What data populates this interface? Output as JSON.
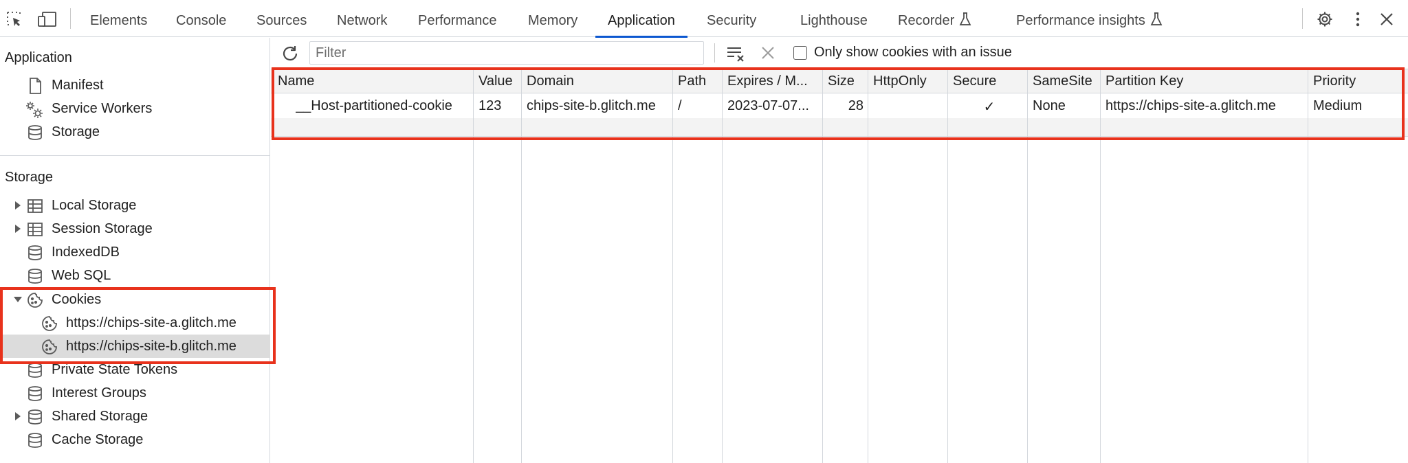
{
  "tabs": [
    {
      "label": "Elements",
      "active": false
    },
    {
      "label": "Console",
      "active": false
    },
    {
      "label": "Sources",
      "active": false
    },
    {
      "label": "Network",
      "active": false
    },
    {
      "label": "Performance",
      "active": false
    },
    {
      "label": "Memory",
      "active": false
    },
    {
      "label": "Application",
      "active": true
    },
    {
      "label": "Security",
      "active": false
    },
    {
      "label": "Lighthouse",
      "active": false
    },
    {
      "label": "Recorder",
      "active": false,
      "experimental": true
    },
    {
      "label": "Performance insights",
      "active": false,
      "experimental": true
    }
  ],
  "sidebar": {
    "application_title": "Application",
    "application_items": [
      {
        "label": "Manifest",
        "icon": "document-icon"
      },
      {
        "label": "Service Workers",
        "icon": "gears-icon"
      },
      {
        "label": "Storage",
        "icon": "database-icon"
      }
    ],
    "storage_title": "Storage",
    "storage_items": [
      {
        "label": "Local Storage",
        "icon": "table-icon",
        "expandable": true
      },
      {
        "label": "Session Storage",
        "icon": "table-icon",
        "expandable": true
      },
      {
        "label": "IndexedDB",
        "icon": "database-icon"
      },
      {
        "label": "Web SQL",
        "icon": "database-icon"
      },
      {
        "label": "Cookies",
        "icon": "cookie-icon",
        "expanded": true
      },
      {
        "label": "https://chips-site-a.glitch.me",
        "icon": "cookie-icon",
        "child": true
      },
      {
        "label": "https://chips-site-b.glitch.me",
        "icon": "cookie-icon",
        "child": true,
        "selected": true
      },
      {
        "label": "Private State Tokens",
        "icon": "database-icon"
      },
      {
        "label": "Interest Groups",
        "icon": "database-icon"
      },
      {
        "label": "Shared Storage",
        "icon": "database-icon",
        "expandable": true
      },
      {
        "label": "Cache Storage",
        "icon": "database-icon"
      }
    ]
  },
  "toolbar": {
    "filter_placeholder": "Filter",
    "only_issues_label": "Only show cookies with an issue"
  },
  "cookies_table": {
    "columns": [
      "Name",
      "Value",
      "Domain",
      "Path",
      "Expires / M...",
      "Size",
      "HttpOnly",
      "Secure",
      "SameSite",
      "Partition Key",
      "Priority"
    ],
    "rows": [
      [
        "__Host-partitioned-cookie",
        "123",
        "chips-site-b.glitch.me",
        "/",
        "2023-07-07...",
        "28",
        "",
        "✓",
        "None",
        "https://chips-site-a.glitch.me",
        "Medium"
      ]
    ]
  },
  "colors": {
    "accent": "#0b57d0",
    "annotation": "#e8321c",
    "selected_row": "#dcdcdc"
  }
}
